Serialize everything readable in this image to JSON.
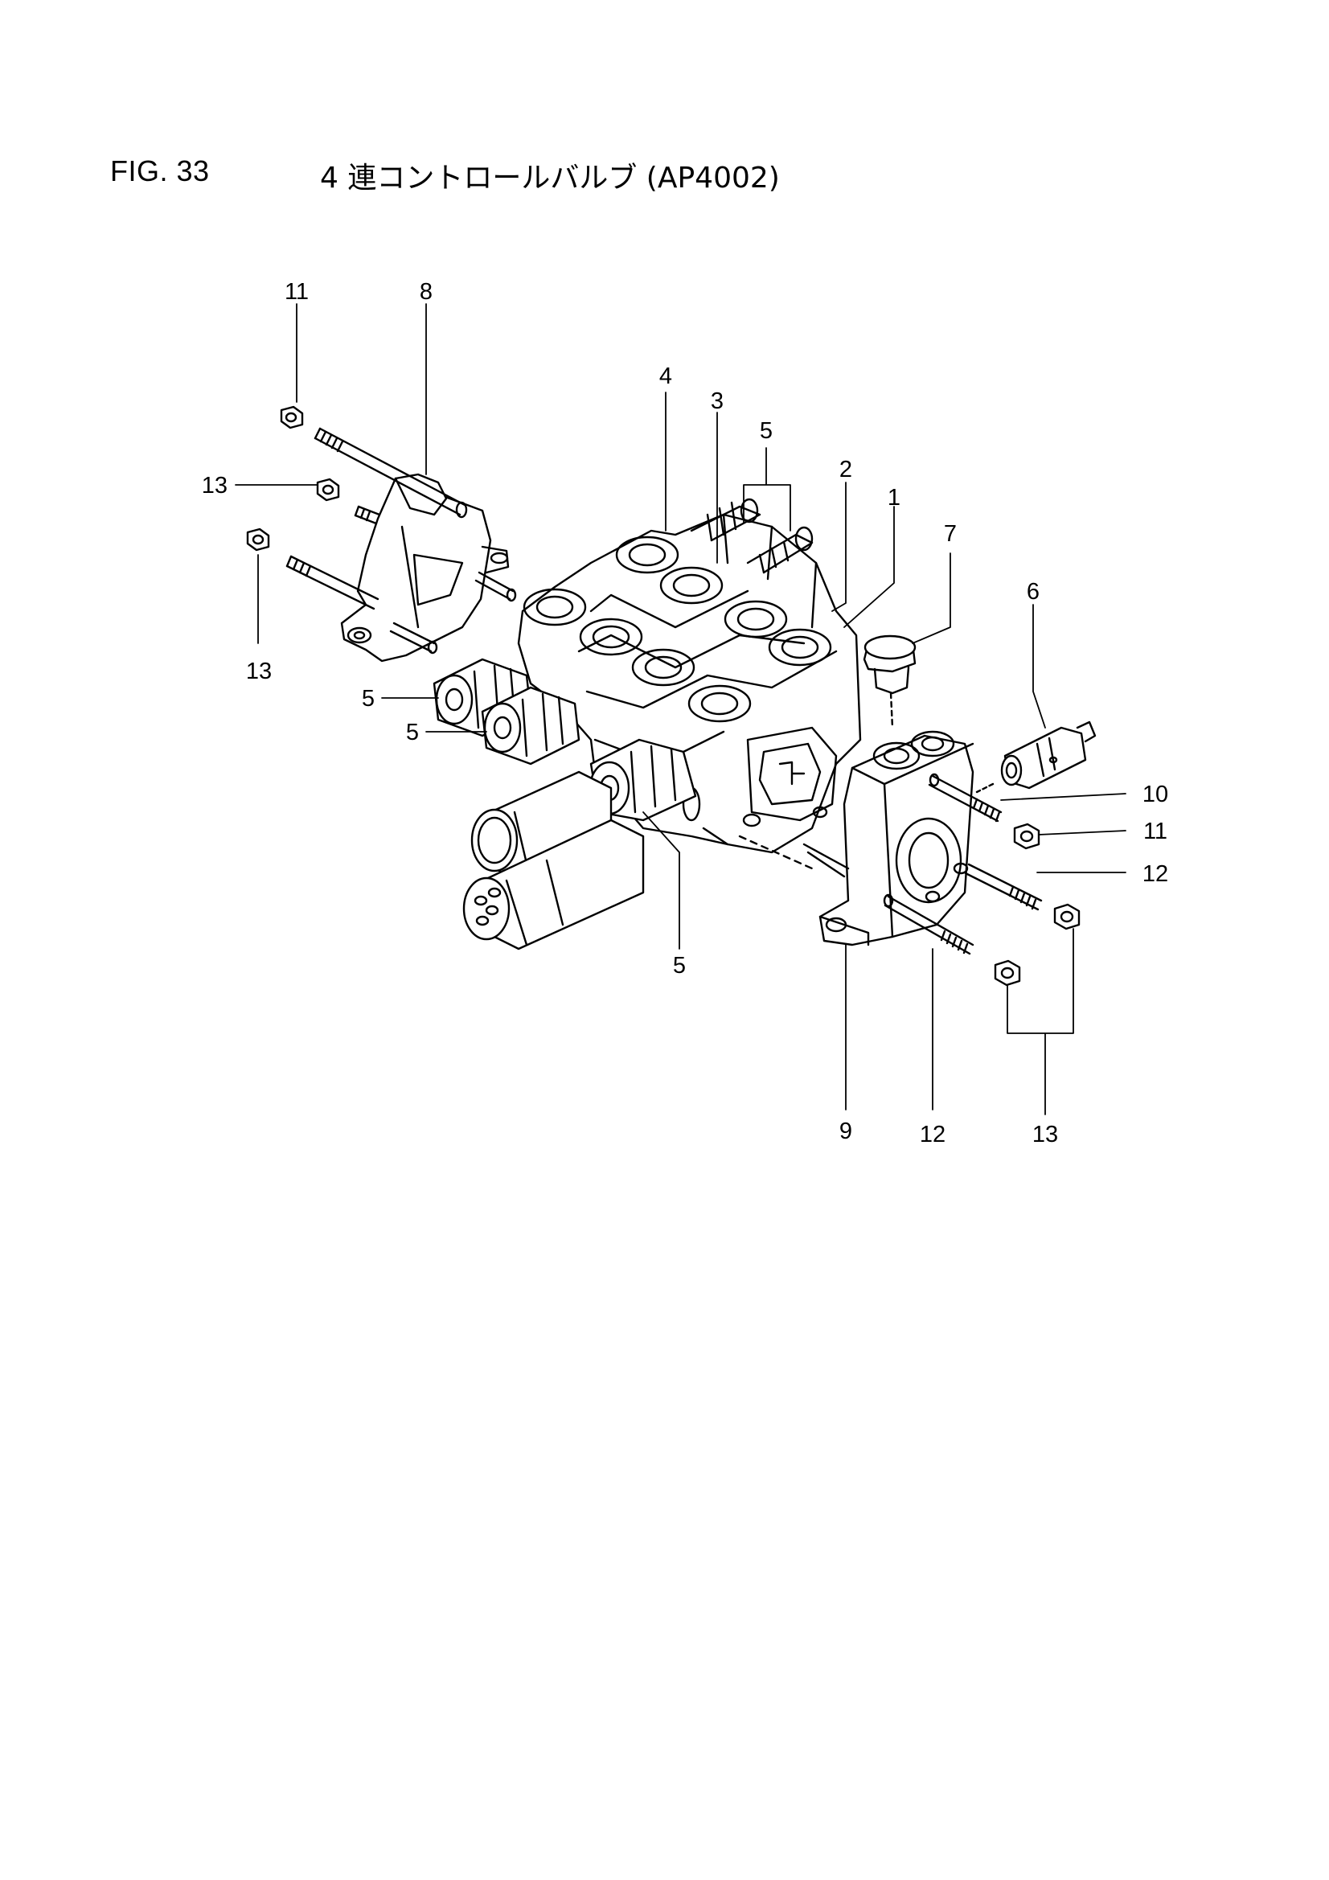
{
  "figure": {
    "number": "FIG. 33",
    "title": "4 連コントロールバルブ (AP4002)"
  },
  "callouts": {
    "c11_top": "11",
    "c8": "8",
    "c13_left": "13",
    "c13_lower_left": "13",
    "c4": "4",
    "c3": "3",
    "c5_top": "5",
    "c2": "2",
    "c1": "1",
    "c7": "7",
    "c6": "6",
    "c5_left_a": "5",
    "c5_left_b": "5",
    "c10": "10",
    "c11_right": "11",
    "c12_right": "12",
    "c5_bottom": "5",
    "c9": "9",
    "c12_bottom": "12",
    "c13_bottom": "13"
  }
}
